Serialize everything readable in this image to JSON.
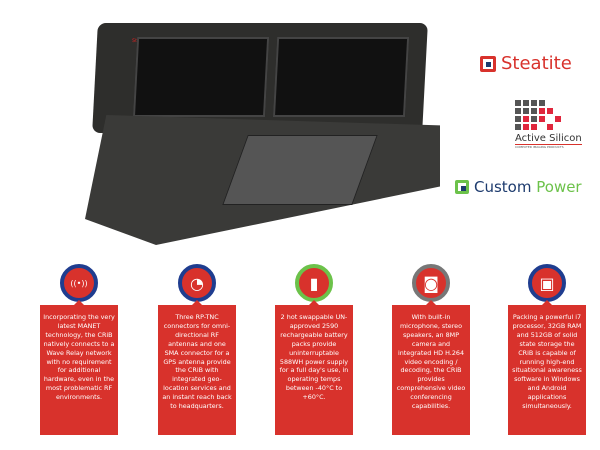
{
  "product": {
    "case_brand": "Steatite"
  },
  "logos": {
    "steatite": "Steatite",
    "active_silicon": {
      "name": "Active Silicon",
      "tagline": "COMPUTER IMAGING PRODUCTS"
    },
    "custom_power": {
      "word1": "Custom",
      "word2": "Power"
    }
  },
  "colors": {
    "red": "#d8322c",
    "blue": "#1f3d8f",
    "green": "#6cc24a",
    "grey": "#777777"
  },
  "features": [
    {
      "icon": "radio-antenna-icon",
      "ring": "#1f3d8f",
      "text": "Incorporating the very latest MANET technology, the CRiB natively connects to a Wave Relay network with no requirement for additional hardware, even in the most problematic RF environments."
    },
    {
      "icon": "satellite-dish-icon",
      "ring": "#1f3d8f",
      "text": "Three RP-TNC connectors for omni-directional RF antennas and one SMA connector for a GPS antenna provide the CRiB with integrated geo-location services and an instant reach back to headquarters."
    },
    {
      "icon": "battery-icon",
      "ring": "#6cc24a",
      "text": "2 hot swappable UN-approved 2590 rechargeable battery packs provide uninterruptable 588WH power supply for a full day's use, in operating temps between -40°C to +60°C."
    },
    {
      "icon": "camera-icon",
      "ring": "#777777",
      "text": "With built-in microphone, stereo speakers, an 8MP camera and integrated HD H.264 video encoding / decoding, the CRiB provides comprehensive video conferencing capabilities."
    },
    {
      "icon": "processor-chip-icon",
      "ring": "#1f3d8f",
      "text": "Packing a powerful i7 processor, 32GB RAM and 512GB of solid state storage the CRiB is capable of running high-end situational awareness software in Windows and Android applications simultaneously."
    }
  ]
}
